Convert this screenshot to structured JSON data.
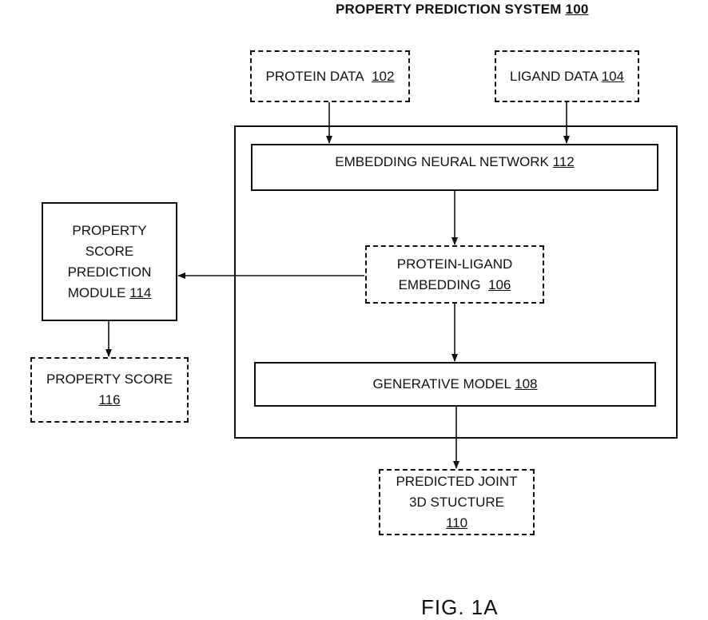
{
  "system_title": {
    "text": "PROPERTY PREDICTION SYSTEM",
    "ref": "100"
  },
  "protein_data": {
    "text": "PROTEIN DATA",
    "ref": "102"
  },
  "ligand_data": {
    "text": "LIGAND DATA",
    "ref": "104"
  },
  "embedding_network": {
    "text": "EMBEDDING NEURAL NETWORK",
    "ref": "112"
  },
  "protein_ligand_embedding": {
    "line1": "PROTEIN-LIGAND",
    "line2": "EMBEDDING",
    "ref": "106"
  },
  "generative_model": {
    "text": "GENERATIVE MODEL",
    "ref": "108"
  },
  "predicted_structure": {
    "line1": "PREDICTED JOINT",
    "line2": "3D STUCTURE",
    "ref": "110"
  },
  "property_module": {
    "line1": "PROPERTY",
    "line2": "SCORE",
    "line3": "PREDICTION",
    "line4": "MODULE",
    "ref": "114"
  },
  "property_score": {
    "text": "PROPERTY SCORE",
    "ref": "116"
  },
  "figure_label": "FIG. 1A"
}
